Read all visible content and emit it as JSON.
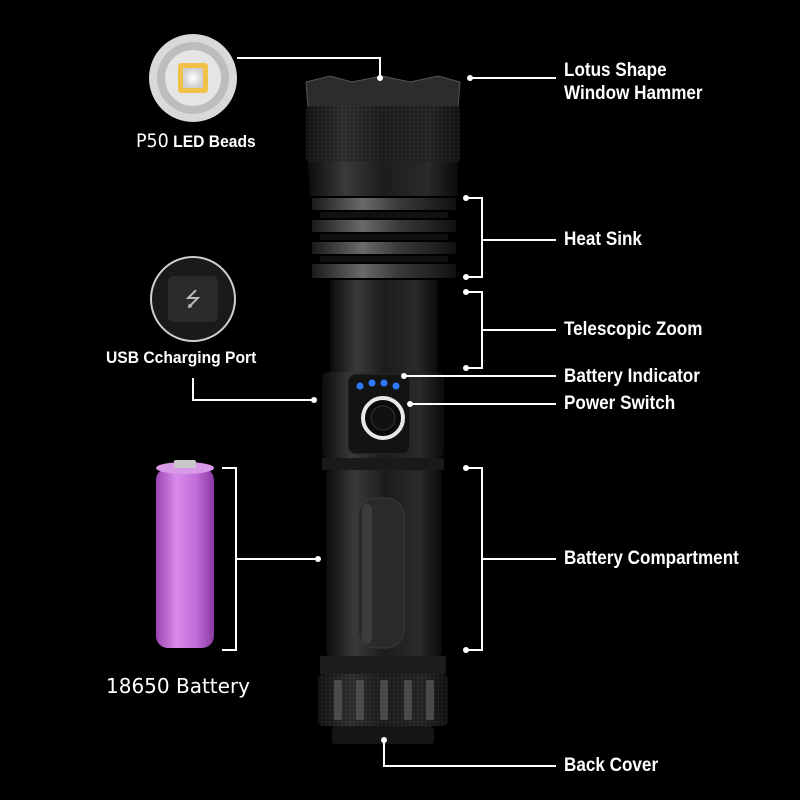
{
  "product": "flashlight",
  "callouts": {
    "led_beads": {
      "prefix": "P50",
      "label": "LED Beads"
    },
    "usb_port": {
      "label": "USB Ccharging Port"
    },
    "battery_cell": {
      "label": "18650 Battery"
    },
    "lotus_hammer": {
      "line1": "Lotus Shape",
      "line2": "Window Hammer"
    },
    "heat_sink": {
      "label": "Heat Sink"
    },
    "telescopic_zoom": {
      "label": "Telescopic Zoom"
    },
    "battery_indicator": {
      "label": "Battery Indicator"
    },
    "power_switch": {
      "label": "Power Switch"
    },
    "battery_compartment": {
      "label": "Battery Compartment"
    },
    "back_cover": {
      "label": "Back Cover"
    }
  },
  "colors": {
    "background": "#000000",
    "text": "#ffffff",
    "indicator_led": "#2f7bff",
    "battery_wrap": "#c86fdc",
    "body": "#1e1e1e"
  },
  "indicator_leds": 4
}
